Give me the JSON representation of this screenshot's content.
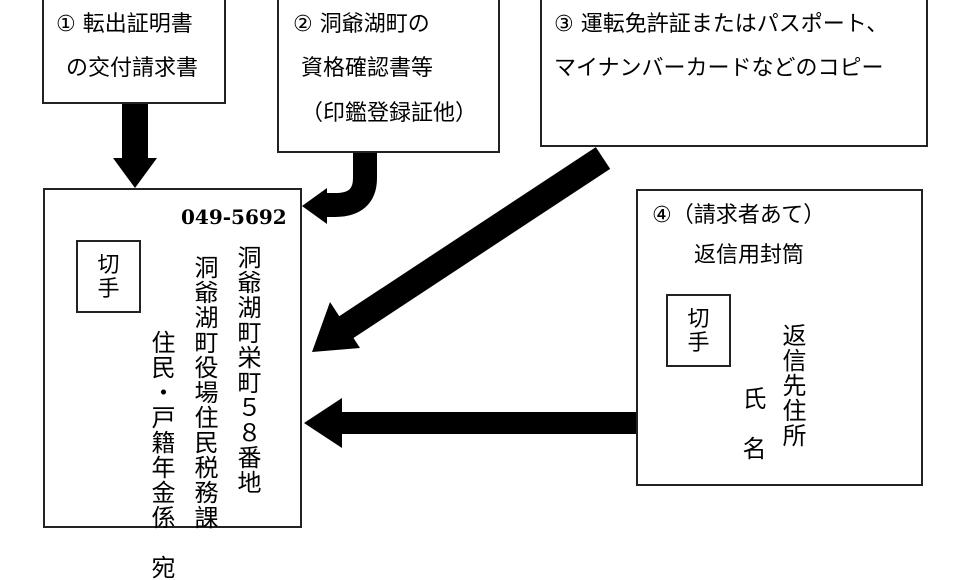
{
  "item1": {
    "line1": "① 転出証明書",
    "line2": "の交付請求書"
  },
  "item2": {
    "line1": "② 洞爺湖町の",
    "line2": "資格確認書等",
    "line3": "（印鑑登録証他）"
  },
  "item3": {
    "line1": "③ 運転免許証またはパスポート、",
    "line2": "マイナンバーカードなどのコピー"
  },
  "main_envelope": {
    "zip": "049-5692",
    "stamp": [
      "切",
      "手"
    ],
    "address": "洞爺湖町栄町５８番地",
    "office": "洞爺湖町役場住民税務課",
    "section": "住民・戸籍年金係　宛"
  },
  "item4": {
    "title": "④（請求者あて）",
    "subtitle": "返信用封筒",
    "stamp": [
      "切",
      "手"
    ],
    "address": "返信先住所",
    "name": "氏　名"
  }
}
